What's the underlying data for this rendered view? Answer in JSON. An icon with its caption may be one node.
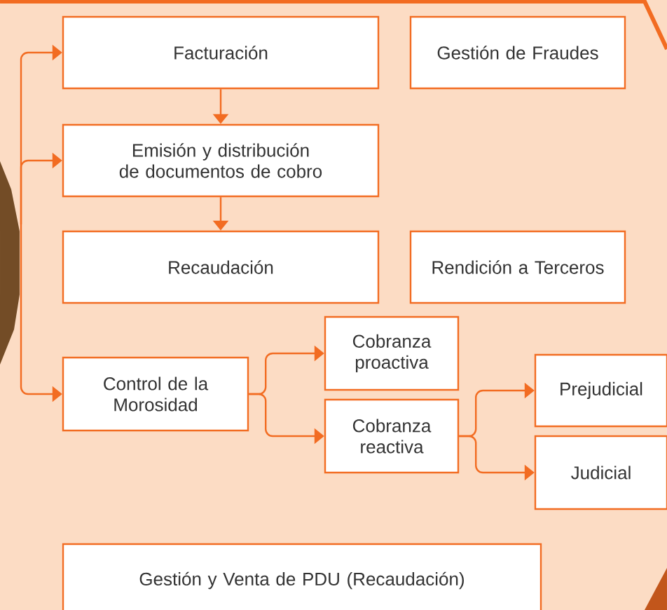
{
  "diagram": {
    "nodes": [
      {
        "text": [
          "Facturación"
        ]
      },
      {
        "text": [
          "Gestión de Fraudes"
        ]
      },
      {
        "text": [
          "Emisión y distribución de documentos de cobro"
        ]
      },
      {
        "text": [
          "Recaudación"
        ]
      },
      {
        "text": [
          "Rendición a Terceros"
        ]
      },
      {
        "text": [
          "Control de la Morosidad"
        ]
      },
      {
        "text": [
          "Cobranza proactiva"
        ]
      },
      {
        "text": [
          "Cobranza reactiva"
        ]
      },
      {
        "text": [
          "Prejudicial"
        ]
      },
      {
        "text": [
          "Judicial"
        ]
      },
      {
        "text": [
          "Gestión y Venta de PDU (Recaudación)"
        ]
      }
    ],
    "edges": [
      {
        "from": 0,
        "to": 2,
        "arrow": "to"
      },
      {
        "from": 2,
        "to": 3,
        "arrow": "to"
      },
      {
        "from": null,
        "to": 0,
        "arrow": "to"
      },
      {
        "from": null,
        "to": 2,
        "arrow": "to"
      },
      {
        "from": null,
        "to": 5,
        "arrow": "to"
      },
      {
        "from": 5,
        "to": 6,
        "arrow": "to"
      },
      {
        "from": 5,
        "to": 7,
        "arrow": "to"
      },
      {
        "from": 7,
        "to": 8,
        "arrow": "to"
      },
      {
        "from": 7,
        "to": 9,
        "arrow": "to"
      }
    ]
  }
}
